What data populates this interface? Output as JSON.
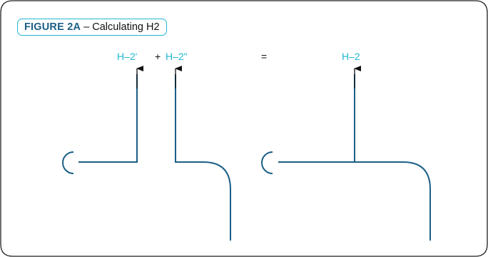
{
  "figure": {
    "label": "FIGURE 2A",
    "separator": "–",
    "title": "Calculating H2"
  },
  "equation": {
    "term1": "H–2'",
    "plus": "+",
    "term2": "H–2\"",
    "equals": "=",
    "result": "H–2"
  },
  "colors": {
    "line": "#1a5f86",
    "label": "#22b8d1",
    "border": "#222222",
    "tab_border": "#22b8d1"
  }
}
